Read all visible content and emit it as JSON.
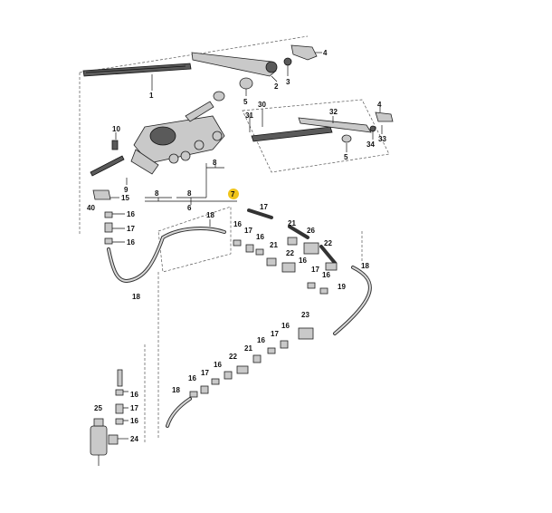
{
  "labels": {
    "p1": "1",
    "p2": "2",
    "p3": "3",
    "p4a": "4",
    "p5a": "5",
    "p30": "30",
    "p31": "31",
    "p32": "32",
    "p4b": "4",
    "p34": "34",
    "p33": "33",
    "p5b": "5",
    "p10": "10",
    "p8a": "8",
    "p8b": "8",
    "p8c": "8",
    "p9": "9",
    "p7": "7",
    "p6": "6",
    "p15": "15",
    "p40": "40",
    "p16a": "16",
    "p17a": "17",
    "p16b": "16",
    "p18a": "18",
    "p18b": "18",
    "p16c": "16",
    "p17b": "17",
    "p16d": "16",
    "p21a": "21",
    "p26": "26",
    "p17c": "17",
    "p21b": "21",
    "p22a": "22",
    "p16e": "16",
    "p22b": "22",
    "p18c": "18",
    "p17d": "17",
    "p16f": "16",
    "p19": "19",
    "p23": "23",
    "p16g": "16",
    "p17e": "17",
    "p16h": "16",
    "p21c": "21",
    "p22c": "22",
    "p16i": "16",
    "p17f": "17",
    "p16j": "16",
    "p18d": "18",
    "p25": "25",
    "p16k": "16",
    "p17g": "17",
    "p16l": "16",
    "p24": "24"
  },
  "highlight_color": "#f0c419"
}
